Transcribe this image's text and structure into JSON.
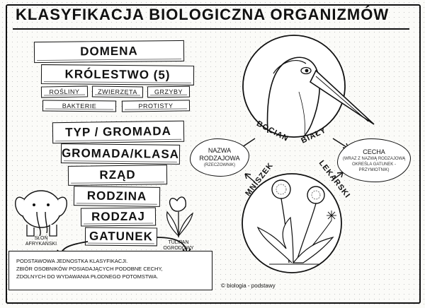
{
  "title": "Klasyfikacja biologiczna organizmów",
  "ranks": {
    "domena": "Domena",
    "krolestwo": "Królestwo (5)",
    "typ": "Typ / Gromada",
    "gromada": "Gromada/Klasa",
    "rzad": "Rząd",
    "rodzina": "Rodzina",
    "rodzaj": "Rodzaj",
    "gatunek": "Gatunek"
  },
  "kingdoms": [
    "Rośliny",
    "Zwierzęta",
    "Grzyby",
    "Bakterie",
    "Protisty"
  ],
  "clouds": {
    "left_main": "Nazwa rodzajowa",
    "left_sub": "(rzeczownik)",
    "right_main": "Cecha",
    "right_sub": "(wraz z nazwą rodzajową określa gatunek - przymiotnik)"
  },
  "example_labels": {
    "bird_a": "Bocian",
    "bird_b": "Biały",
    "plant_a": "Mniszek",
    "plant_b": "Lekarski"
  },
  "small_labels": {
    "elephant": "Słoń afrykański",
    "tulip": "Tulipan ogrodowy"
  },
  "definition": {
    "line1": "Podstawowa jednostka klasyfikacji.",
    "line2": "Zbiór osobników posiadających podobne cechy,",
    "line3": "zdolnych do wydawania płodnego potomstwa."
  },
  "credit": "© biologia - podstawy"
}
